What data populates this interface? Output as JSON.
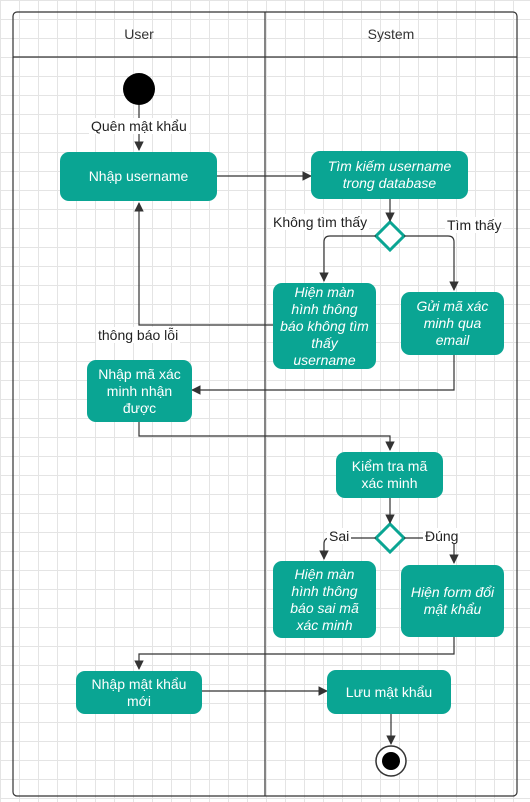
{
  "lanes": {
    "user": "User",
    "system": "System"
  },
  "nodes": {
    "enter_username": "Nhập username",
    "search_username": "Tìm kiếm username trong database",
    "show_not_found": "Hiện màn hình thông báo không tìm thấy username",
    "send_code": "Gửi mã xác minh qua email",
    "enter_code": "Nhập mã xác minh nhận được",
    "check_code": "Kiểm tra mã xác minh",
    "show_wrong_code": "Hiện màn hình thông báo sai mã xác minh",
    "show_change_form": "Hiện form đổi mật khẩu",
    "enter_new_password": "Nhập mật khẩu mới",
    "save_password": "Lưu mật khẩu"
  },
  "edge_labels": {
    "forgot_password": "Quên mật khẩu",
    "not_found": "Không tìm thấy",
    "found": "Tìm thấy",
    "error_notice": "thông báo lỗi",
    "wrong": "Sai",
    "correct": "Đúng"
  },
  "colors": {
    "node_fill": "#0aa593",
    "node_text": "#ffffff",
    "decision_stroke": "#0aa593",
    "line": "#333333",
    "grid": "#e4e4e4"
  }
}
